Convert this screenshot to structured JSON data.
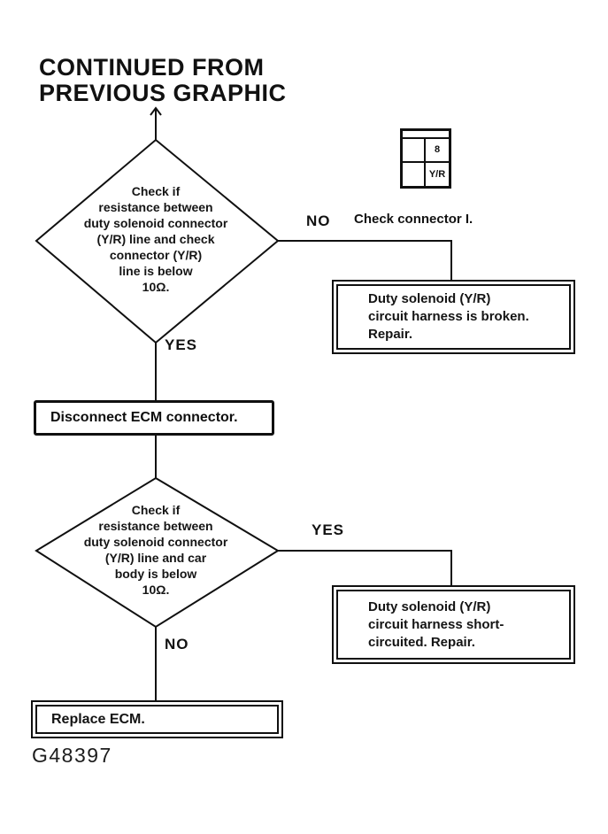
{
  "title": "CONTINUED FROM\nPREVIOUS GRAPHIC",
  "figure_id": "G48397",
  "connector_icon": {
    "pin_top_right": "8",
    "pin_bottom_right": "Y/R"
  },
  "flow": {
    "decision1": {
      "text": "Check if\nresistance between\nduty solenoid connector\n(Y/R) line and check\nconnector (Y/R)\nline is below\n10Ω.",
      "no_label": "NO",
      "yes_label": "YES",
      "no_note": "Check connector I."
    },
    "result1": {
      "text": "Duty solenoid (Y/R)\ncircuit harness is broken.\nRepair."
    },
    "process1": {
      "text": "Disconnect ECM connector."
    },
    "decision2": {
      "text": "Check if\nresistance between\nduty solenoid connector\n(Y/R) line and car\nbody is below\n10Ω.",
      "yes_label": "YES",
      "no_label": "NO"
    },
    "result2": {
      "text": "Duty solenoid (Y/R)\ncircuit harness short-\ncircuited.  Repair."
    },
    "process2": {
      "text": "Replace ECM."
    }
  }
}
